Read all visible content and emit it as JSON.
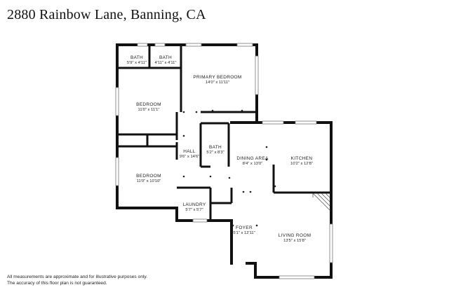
{
  "title": "2880 Rainbow Lane, Banning, CA",
  "rooms": [
    {
      "id": "bath1",
      "name": "BATH",
      "dims": "5'9\" x 4'11\""
    },
    {
      "id": "bath2",
      "name": "BATH",
      "dims": "4'11\" x 4'11\""
    },
    {
      "id": "primary",
      "name": "PRIMARY BEDROOM",
      "dims": "14'0\" x 11'11\""
    },
    {
      "id": "bedroom1",
      "name": "BEDROOM",
      "dims": "11'0\" x 11'1\""
    },
    {
      "id": "hall",
      "name": "HALL",
      "dims": "9'6\" x 14'6\""
    },
    {
      "id": "bath3",
      "name": "BATH",
      "dims": "5'2\" x 8'3\""
    },
    {
      "id": "dining",
      "name": "DINING AREA",
      "dims": "8'4\" x 13'0\""
    },
    {
      "id": "kitchen",
      "name": "KITCHEN",
      "dims": "10'2\" x 12'8\""
    },
    {
      "id": "bedroom2",
      "name": "BEDROOM",
      "dims": "11'0\" x 10'10\""
    },
    {
      "id": "laundry",
      "name": "LAUNDRY",
      "dims": "5'7\" x 5'7\""
    },
    {
      "id": "foyer",
      "name": "FOYER",
      "dims": "5'1\" x 12'11\""
    },
    {
      "id": "living",
      "name": "LIVING ROOM",
      "dims": "13'5\" x 15'8\""
    }
  ],
  "disclaimer": [
    "All measurements are approximate and for illustrative purposes only.",
    "The accuracy of this floor plan is not guaranteed."
  ]
}
